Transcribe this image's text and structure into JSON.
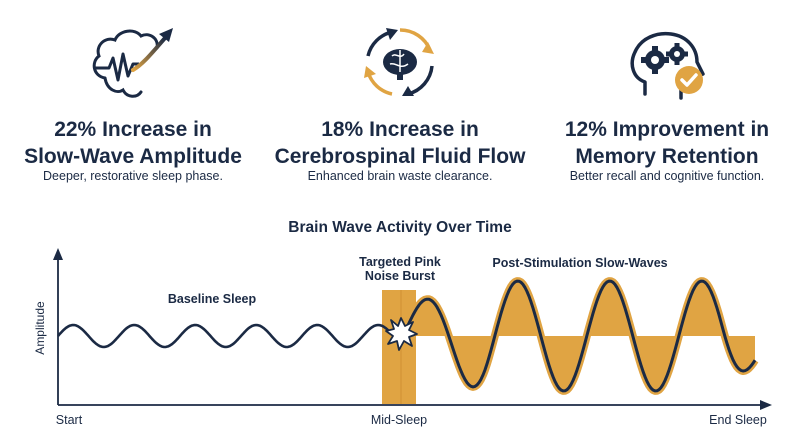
{
  "stats": [
    {
      "headline_line1": "22% Increase in",
      "headline_line2": "Slow-Wave Amplitude",
      "description": "Deeper, restorative sleep phase.",
      "icon": "brain-wave-arrow-icon"
    },
    {
      "headline_line1": "18% Increase in",
      "headline_line2": "Cerebrospinal Fluid Flow",
      "description": "Enhanced brain waste clearance.",
      "icon": "brain-cycle-icon"
    },
    {
      "headline_line1": "12% Improvement in",
      "headline_line2": "Memory Retention",
      "description": "Better recall and cognitive function.",
      "icon": "head-gears-check-icon"
    }
  ],
  "chart": {
    "title": "Brain Wave Activity Over Time",
    "ylabel": "Amplitude",
    "x_ticks": [
      "Start",
      "Mid-Sleep",
      "End Sleep"
    ],
    "annotations": {
      "baseline": "Baseline Sleep",
      "burst_line1": "Targeted Pink",
      "burst_line2": "Noise Burst",
      "post": "Post-Stimulation Slow-Waves"
    },
    "colors": {
      "navy": "#1b2a44",
      "gold": "#e0a443",
      "gold_dark": "#c8862a"
    }
  }
}
